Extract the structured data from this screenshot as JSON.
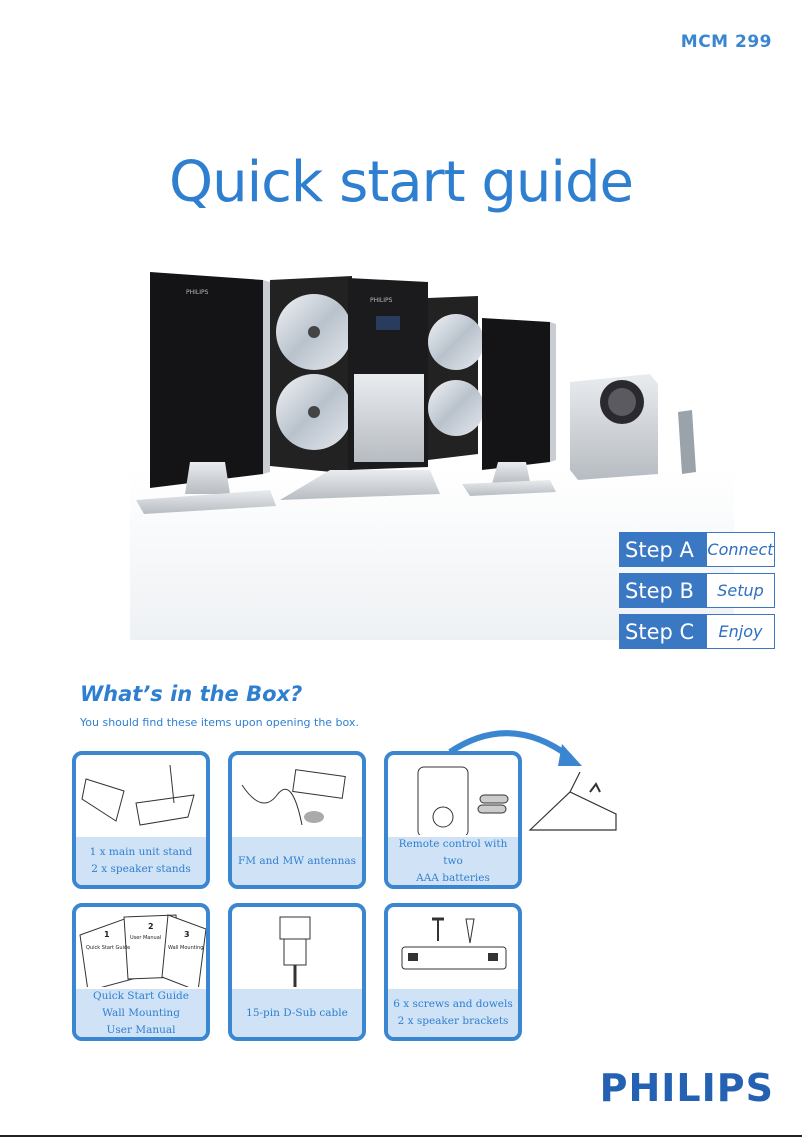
{
  "header": {
    "model": "MCM 299",
    "title": "Quick start guide"
  },
  "steps": [
    {
      "step": "Step A",
      "action": "Connect"
    },
    {
      "step": "Step B",
      "action": "Setup"
    },
    {
      "step": "Step C",
      "action": "Enjoy"
    }
  ],
  "box": {
    "heading": "What’s in the Box?",
    "subheading": "You should find these items upon opening the box.",
    "items": [
      {
        "lines": [
          "1 x main unit stand",
          "2 x speaker stands"
        ]
      },
      {
        "lines": [
          "FM and MW antennas"
        ]
      },
      {
        "lines": [
          "Remote control with two",
          "AAA batteries"
        ]
      },
      {
        "lines": [
          "Quick Start Guide",
          "Wall Mounting",
          "User Manual"
        ]
      },
      {
        "lines": [
          "15-pin D-Sub cable"
        ]
      },
      {
        "lines": [
          "6 x screws and dowels",
          "2 x speaker brackets"
        ]
      }
    ],
    "booklets": [
      {
        "num": "1",
        "label": "Quick Start Guide"
      },
      {
        "num": "2",
        "label": "User Manual"
      },
      {
        "num": "3",
        "label": "Wall Mounting"
      }
    ]
  },
  "brand": {
    "logo": "PHILIPS",
    "speaker_logo": "PHILIPS"
  },
  "colors": {
    "accent": "#2f7fd0",
    "step_fill": "#3a78c4",
    "caption_bg": "#cfe2f6"
  }
}
